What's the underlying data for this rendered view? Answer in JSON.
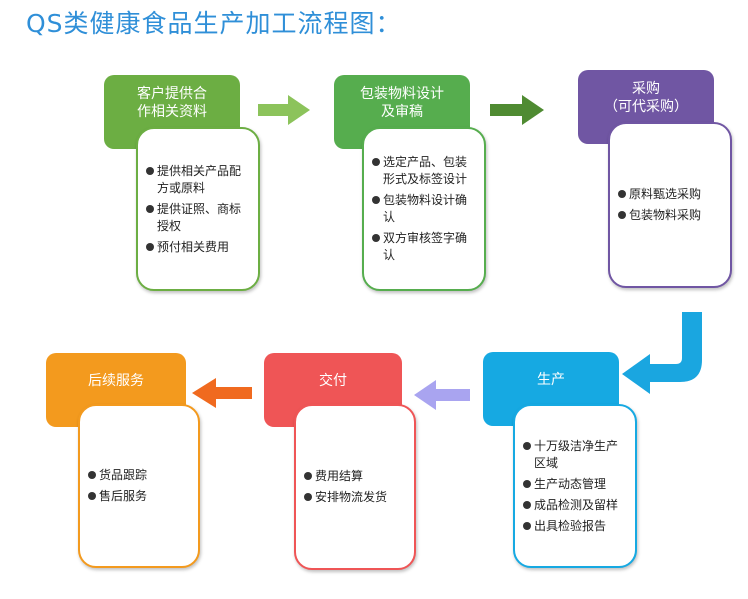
{
  "title": "QS类健康食品生产加工流程图：",
  "steps": [
    {
      "id": "step1",
      "title_lines": [
        "客户提供合",
        "作相关资料"
      ],
      "color": "#6cae43",
      "items": [
        "提供相关产品配\n方或原料",
        "提供证照、商标\n授权",
        "预付相关费用"
      ]
    },
    {
      "id": "step2",
      "title_lines": [
        "包装物料设计",
        "及审稿"
      ],
      "color": "#56ad4e",
      "items": [
        "选定产品、包装\n形式及标签设计",
        "包装物料设计确\n认",
        "双方审核签字确\n认"
      ]
    },
    {
      "id": "step3",
      "title_lines": [
        "采购",
        "（可代采购）"
      ],
      "color": "#7056a3",
      "items": [
        "原料甄选采购",
        "包装物料采购"
      ]
    },
    {
      "id": "step4",
      "title_lines": [
        "生产"
      ],
      "color": "#16a9e2",
      "items": [
        "十万级洁净生产\n区域",
        "生产动态管理",
        "成品检测及留样",
        "出具检验报告"
      ]
    },
    {
      "id": "step5",
      "title_lines": [
        "交付"
      ],
      "color": "#ef5556",
      "items": [
        "费用结算",
        "安排物流发货"
      ]
    },
    {
      "id": "step6",
      "title_lines": [
        "后续服务"
      ],
      "color": "#f39a1e",
      "items": [
        "货品跟踪",
        "售后服务"
      ]
    }
  ],
  "arrow_colors": {
    "step1_to_step2": "#8cc35b",
    "step2_to_step3": "#4f8b32",
    "step3_to_step4": "#1aa6e0",
    "step4_to_step5": "#a9a4f0",
    "step5_to_step6": "#f06a1f"
  }
}
